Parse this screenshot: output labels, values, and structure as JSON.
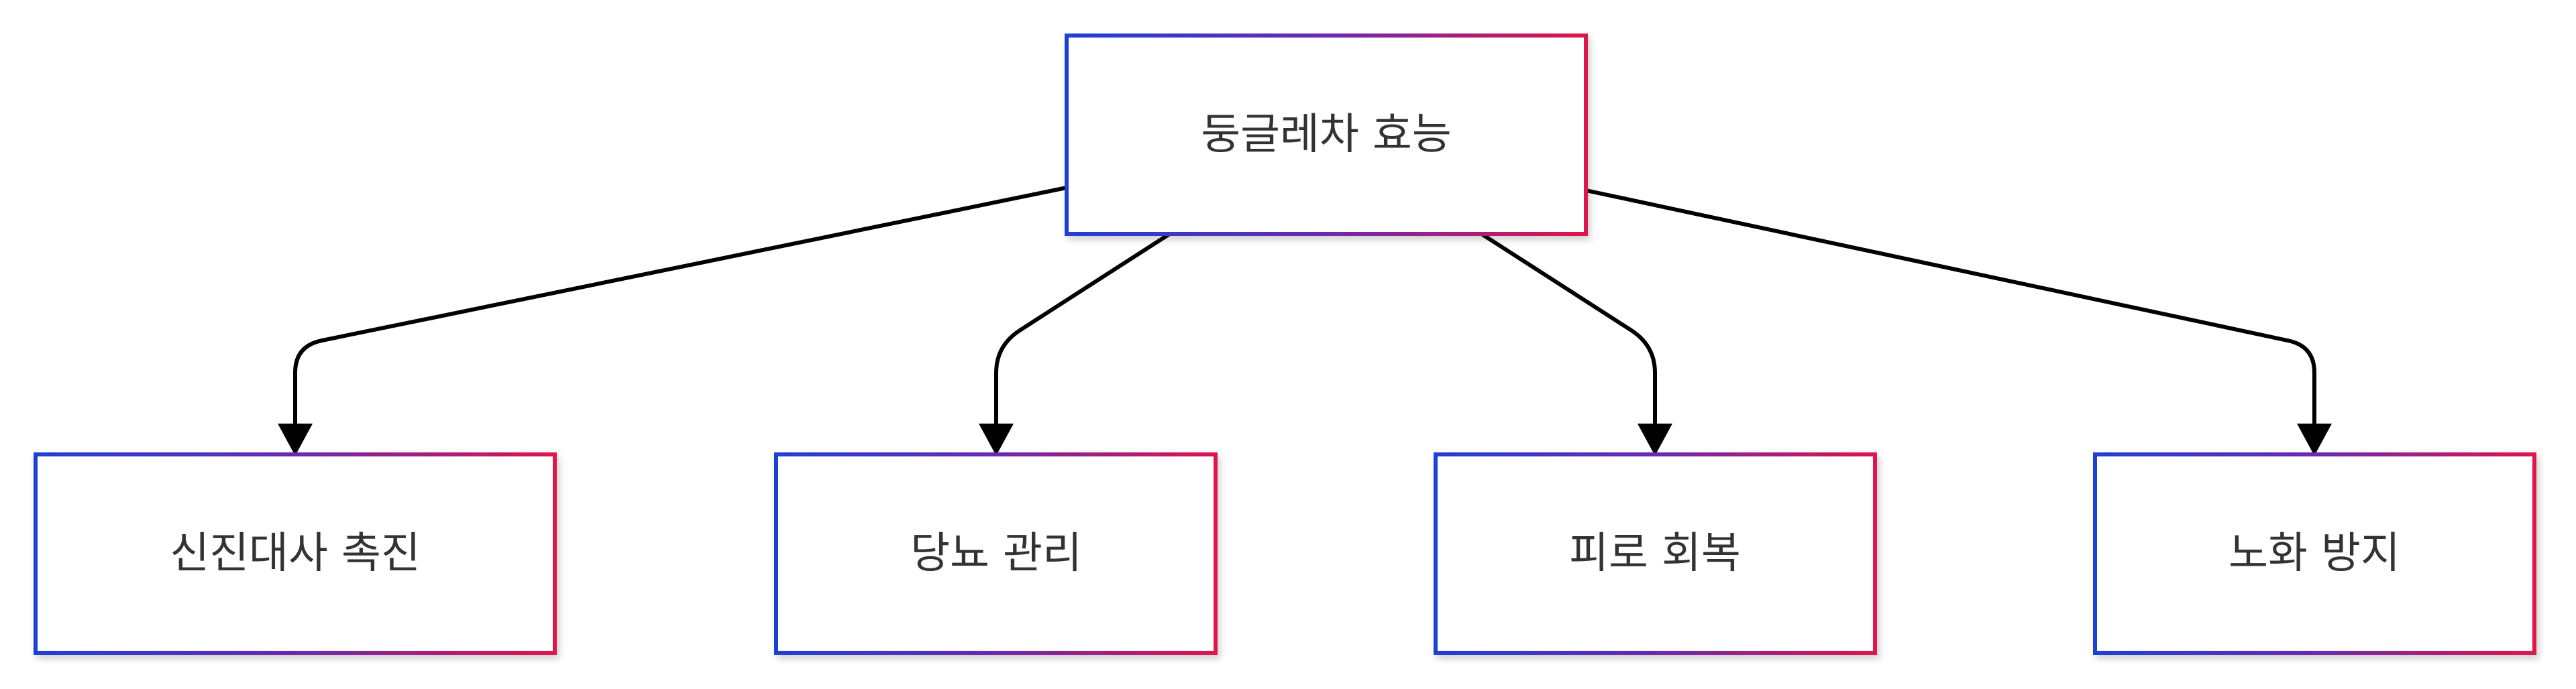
{
  "diagram": {
    "root": {
      "label": "둥글레차 효능"
    },
    "children": [
      {
        "label": "신진대사 촉진"
      },
      {
        "label": "당뇨 관리"
      },
      {
        "label": "피로 회복"
      },
      {
        "label": "노화 방지"
      }
    ]
  },
  "colors": {
    "border_gradient_start": "#1f3fd6",
    "border_gradient_mid": "#6a2ab0",
    "border_gradient_end": "#e0144c",
    "edge": "#000000",
    "text": "#333333",
    "node_fill": "#ffffff"
  }
}
